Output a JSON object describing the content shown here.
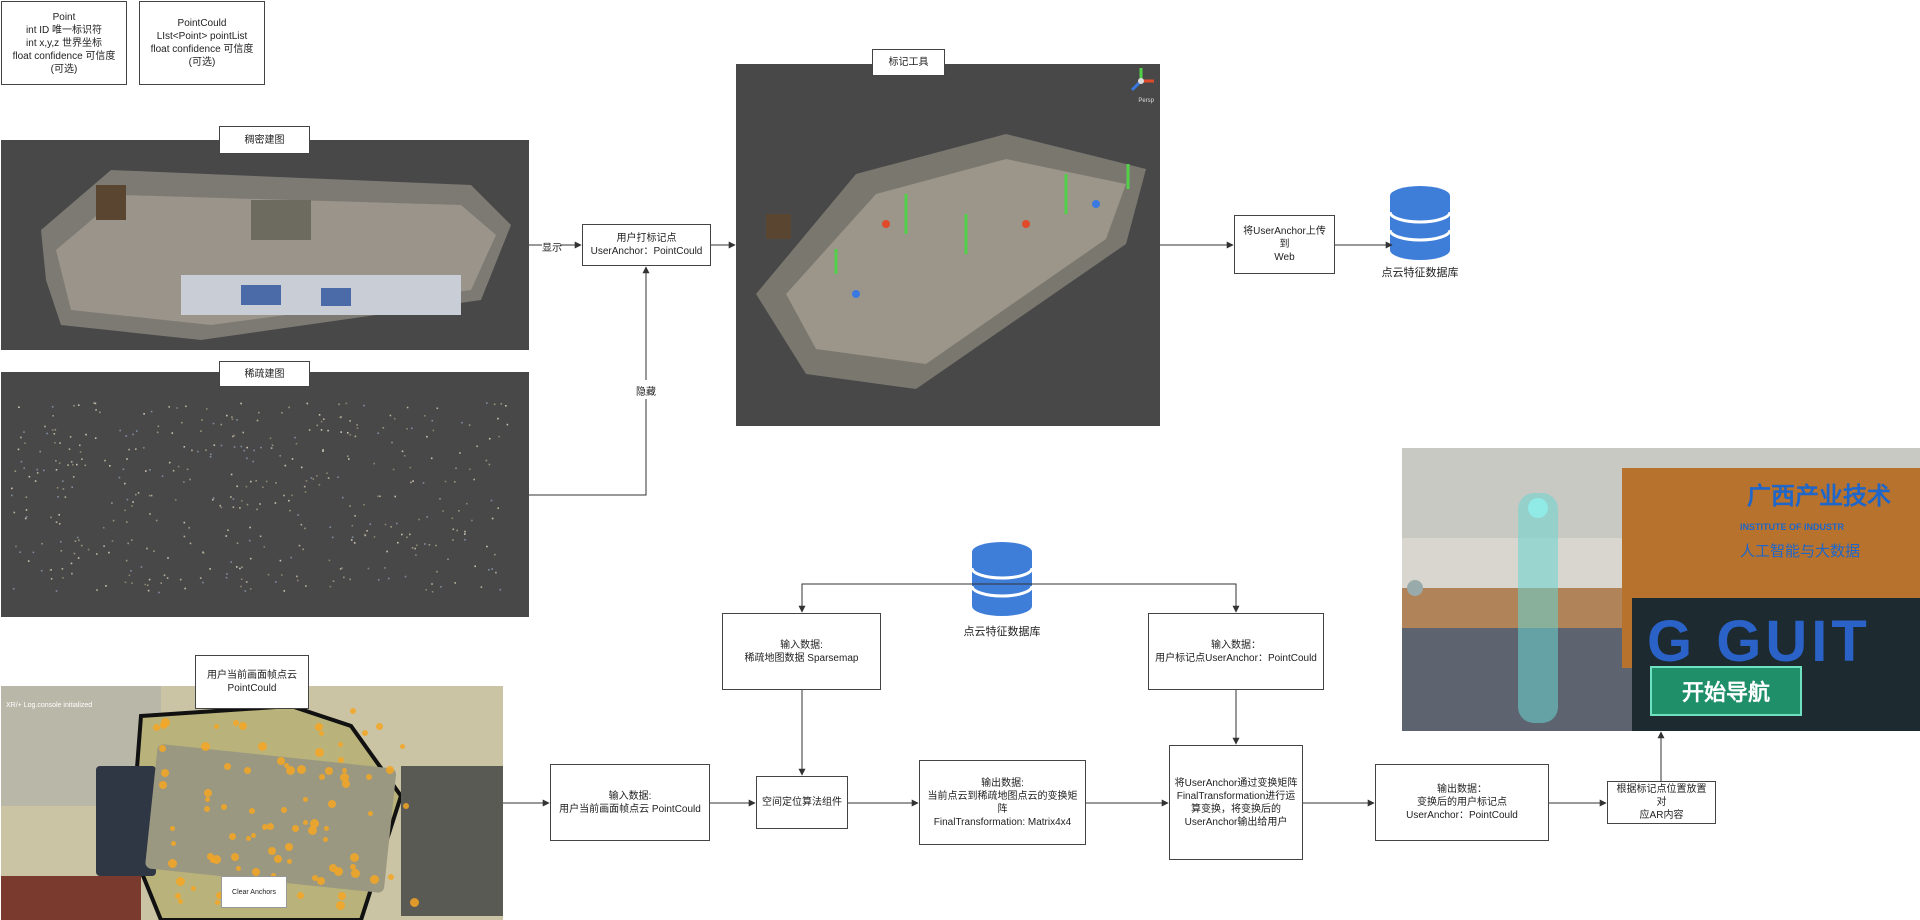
{
  "defs": {
    "point": [
      "Point",
      "int ID 唯一标识符",
      "int x,y,z 世界坐标",
      "float confidence 可信度",
      "(可选)"
    ],
    "pointcloud": [
      "PointCould",
      "LIst<Point>  pointList",
      "float confidence 可信度",
      "(可选)"
    ]
  },
  "dense_map": {
    "title": "稠密建图"
  },
  "sparse_map": {
    "title": "稀疏建图"
  },
  "edges": {
    "show": "显示",
    "hide": "隐藏"
  },
  "user_anchor_box": [
    "用户打标记点",
    "UserAnchor：PointCould"
  ],
  "marker_tool": {
    "title": "标记工具",
    "gizmo_label": "Persp"
  },
  "upload_box": [
    "将UserAnchor上传到",
    "Web"
  ],
  "db_top": {
    "label": "点云特征数据库"
  },
  "db_bottom": {
    "label": "点云特征数据库"
  },
  "current_frame": {
    "label": [
      "用户当前画面帧点云",
      "PointCould"
    ],
    "log_text": "XR/+ Log.console initialized",
    "clear_button": "Clear Anchors"
  },
  "flow": {
    "input_current": [
      "输入数据:",
      "用户当前画面帧点云 PointCould"
    ],
    "input_sparse": [
      "输入数据:",
      "稀疏地图数据 Sparsemap"
    ],
    "algorithm": [
      "空间定位算法组件"
    ],
    "output_matrix": [
      "输出数据:",
      "当前点云到稀疏地图点云的变换矩阵",
      "FinalTransformation: Matrix4x4"
    ],
    "input_anchor": [
      "输入数据：",
      "用户标记点UserAnchor：PointCould"
    ],
    "transform": [
      "将UserAnchor通过变换矩阵",
      "FinalTransformation进行运",
      "算变换，将变换后的",
      "UserAnchor输出给用户"
    ],
    "output_anchor": [
      "输出数据：",
      "变换后的用户标记点",
      "UserAnchor：PointCould"
    ],
    "place_ar": [
      "根据标记点位置放置对",
      "应AR内容"
    ]
  },
  "ar_photo": {
    "sign_line1": "广西产业技术",
    "sign_line2": "INSTITUTE OF INDUSTR",
    "sign_line3": "人工智能与大数据",
    "logo_text": "G GUIT",
    "nav_button": "开始导航"
  },
  "colors": {
    "panel_gray": "#484848",
    "db_blue": "#3f7ed8",
    "nav_green": "#1f8f6a"
  }
}
